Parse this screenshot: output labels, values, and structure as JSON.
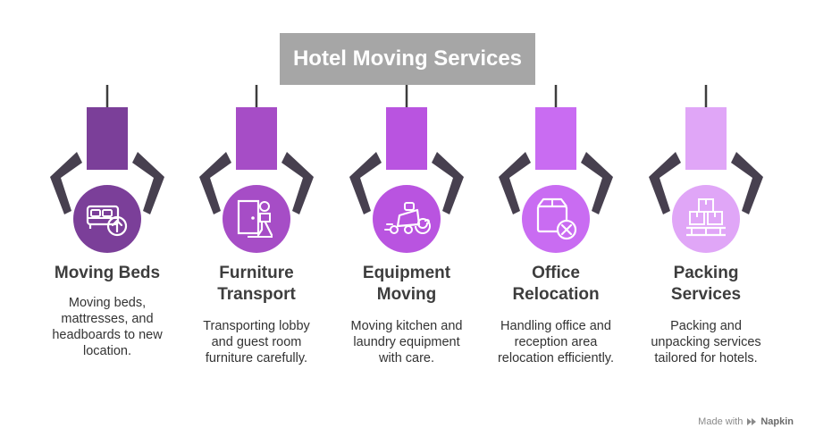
{
  "title": "Hotel Moving Services",
  "steps": [
    {
      "heading": [
        "Moving Beds"
      ],
      "description": [
        "Moving beds,",
        "mattresses, and",
        "headboards to new",
        "location."
      ],
      "color": "#7b3f99",
      "icon": "bed-upload-icon"
    },
    {
      "heading": [
        "Furniture",
        "Transport"
      ],
      "description": [
        "Transporting lobby",
        "and guest room",
        "furniture carefully."
      ],
      "color": "#a64dc6",
      "icon": "mover-door-icon"
    },
    {
      "heading": [
        "Equipment",
        "Moving"
      ],
      "description": [
        "Moving kitchen and",
        "laundry equipment",
        "with care."
      ],
      "color": "#b954e0",
      "icon": "cleaning-machine-icon"
    },
    {
      "heading": [
        "Office",
        "Relocation"
      ],
      "description": [
        "Handling office and",
        "reception area",
        "relocation efficiently."
      ],
      "color": "#c96cf2",
      "icon": "box-cancel-icon"
    },
    {
      "heading": [
        "Packing",
        "Services"
      ],
      "description": [
        "Packing and",
        "unpacking services",
        "tailored for hotels."
      ],
      "color": "#e0a6f7",
      "icon": "packed-boxes-icon"
    }
  ],
  "footer": {
    "prefix": "Made with",
    "brand": "Napkin"
  }
}
